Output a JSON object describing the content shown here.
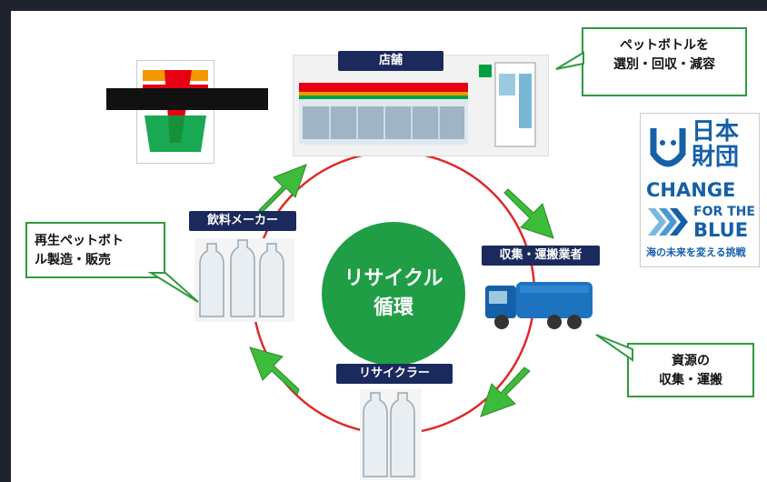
{
  "diagram": {
    "center": {
      "line1": "リサイクル",
      "line2": "循環"
    },
    "nodes": {
      "store": "店舗",
      "beverage_maker": "飲料メーカー",
      "collector": "収集・運搬業者",
      "recycler": "リサイクラー"
    },
    "callouts": {
      "store_note": [
        "ペットボトルを",
        "選別・回収・減容"
      ],
      "maker_note": [
        "再生ペットボト",
        "ル製造・販売"
      ],
      "collector_note": [
        "資源の",
        "収集・運搬"
      ]
    },
    "nippon_foundation": {
      "line1": "日本",
      "line2": "財団",
      "change": "CHANGE",
      "for_the": "FOR THE",
      "blue": "BLUE",
      "tagline": "海の未来を変える挑戦"
    },
    "colors": {
      "green_arrow": "#3dbb3a",
      "center_green": "#1f9e46",
      "navy": "#1b2a5c",
      "cycle_red": "#e02828",
      "brand_blue": "#1560a8"
    }
  }
}
